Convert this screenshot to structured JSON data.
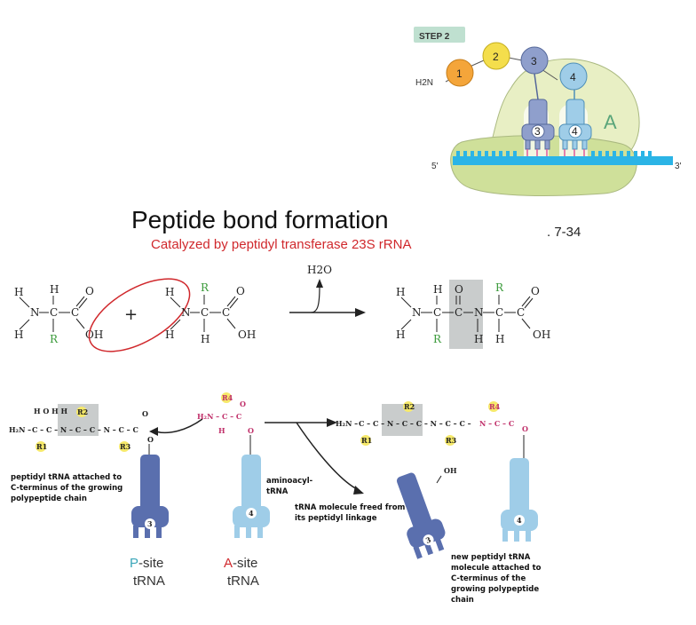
{
  "title": "Peptide bond formation",
  "subtitle": "Catalyzed by peptidyl transferase 23S rRNA",
  "figure_ref": ". 7-34",
  "colors": {
    "subtitle": "#d0282c",
    "p_site": "#3aa6b9",
    "a_site": "#d0282c",
    "ribosome": "#e8efc4",
    "mrna": "#2bb4e6",
    "dark_trna": "#5a6fae",
    "light_trna": "#9fcde8",
    "sidechain": "#3a9a3a",
    "highlight": "#f6e96a",
    "amide_box": "#c9cccc"
  },
  "step": {
    "label": "STEP 2",
    "amino_terminus": "H2N",
    "chain_balls": [
      "1",
      "2",
      "3",
      "4"
    ],
    "trna_labels": [
      "3",
      "4"
    ],
    "site_label": "A",
    "mrna_5prime": "5'",
    "mrna_3prime": "3'"
  },
  "reaction": {
    "plus": "+",
    "arrow_label": "H2O",
    "atoms": {
      "H": "H",
      "N": "N",
      "C": "C",
      "O": "O",
      "OH": "OH",
      "R": "R"
    }
  },
  "bottom": {
    "peptidyl_label": [
      "peptidyl tRNA attached to",
      "C-terminus of the growing",
      "polypeptide chain"
    ],
    "aminoacyl_label": [
      "aminoacyl-",
      "tRNA"
    ],
    "freed_label": [
      "tRNA molecule freed from",
      "its peptidyl linkage"
    ],
    "new_label": [
      "new peptidyl tRNA",
      "molecule attached to",
      "C-terminus of the",
      "growing polypeptide",
      "chain"
    ],
    "p_site": {
      "letter": "P",
      "rest": "-site",
      "line2": "tRNA"
    },
    "a_site": {
      "letter": "A",
      "rest": "-site",
      "line2": "tRNA"
    },
    "trna_numbers": [
      "3",
      "4",
      "3",
      "4"
    ],
    "r_groups": [
      "R1",
      "R2",
      "R3",
      "R4"
    ],
    "oh": "OH"
  }
}
